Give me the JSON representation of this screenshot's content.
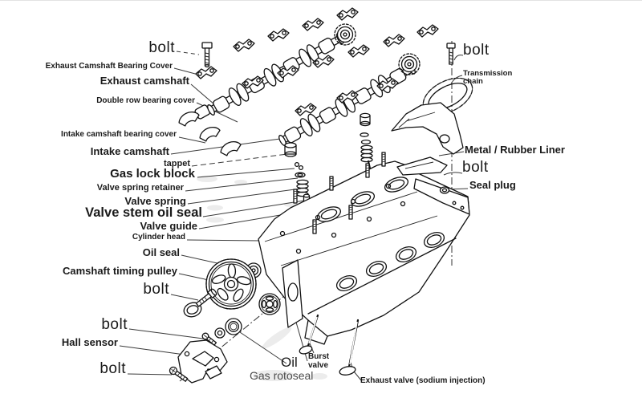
{
  "meta": {
    "description": "Exploded parts diagram of an engine cylinder head assembly",
    "background_color": "#ffffff",
    "ink_color": "#1a1a1a"
  },
  "labels": {
    "bolt_top_left": "bolt",
    "exhaust_camshaft_bearing_cover": "Exhaust Camshaft Bearing Cover",
    "exhaust_camshaft": "Exhaust camshaft",
    "double_row_bearing_cover": "Double row bearing cover",
    "intake_camshaft_bearing_cover": "Intake camshaft bearing cover",
    "intake_camshaft": "Intake camshaft",
    "tappet": "tappet",
    "gas_lock_block": "Gas lock block",
    "valve_spring_retainer": "Valve spring retainer",
    "valve_spring": "Valve spring",
    "valve_stem_oil_seal": "Valve stem oil seal",
    "valve_guide": "Valve guide",
    "cylinder_head": "Cylinder head",
    "oil_seal": "Oil seal",
    "camshaft_timing_pulley": "Camshaft timing pulley",
    "bolt_pulley": "bolt",
    "bolt_hall_upper": "bolt",
    "hall_sensor": "Hall sensor",
    "bolt_hall_lower": "bolt",
    "oil_label": "Oil",
    "gas_rotoseal": "Gas rotoseal",
    "burst_valve_line1": "Burst",
    "burst_valve_line2": "valve",
    "exhaust_valve_sodium": "Exhaust valve (sodium injection)",
    "bolt_top_right": "bolt",
    "transmission_chain_line1": "Transmission",
    "transmission_chain_line2": "chain",
    "metal_rubber_liner": "Metal / Rubber Liner",
    "bolt_liner": "bolt",
    "seal_plug": "Seal plug"
  }
}
